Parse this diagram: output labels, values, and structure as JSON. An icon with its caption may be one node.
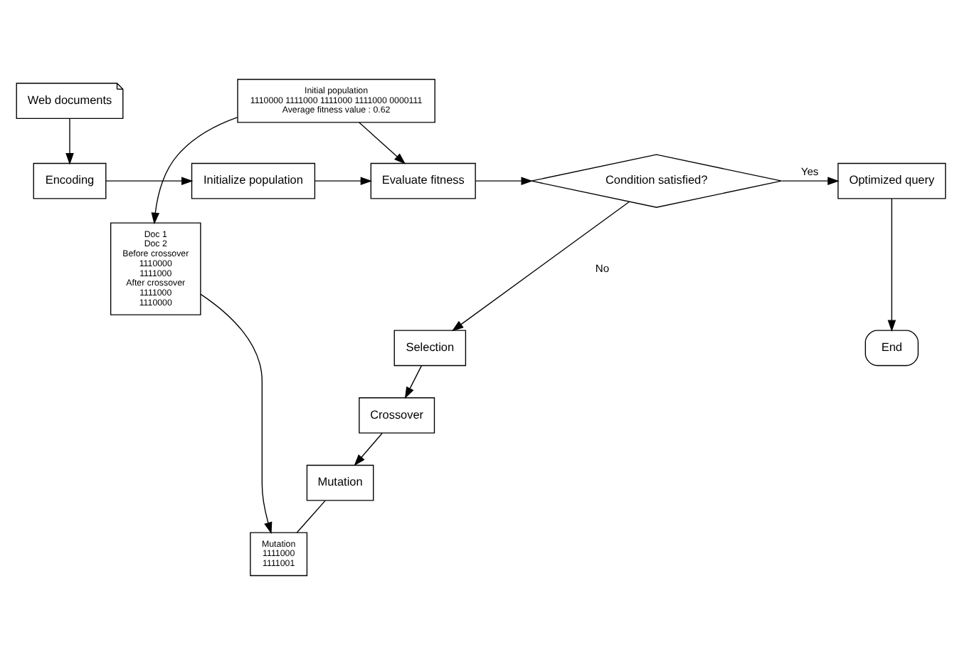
{
  "diagram": {
    "nodes": [
      {
        "text": [
          "Optimized query"
        ]
      },
      {
        "text": [
          "Condition satisfied?"
        ]
      },
      {
        "text": [
          "Evaluate fitness"
        ]
      },
      {
        "text": [
          "Initialize population"
        ]
      },
      {
        "text": [
          "Encoding"
        ]
      },
      {
        "text": [
          "End"
        ]
      },
      {
        "text": [
          "Selection"
        ]
      },
      {
        "text": [
          "Web documents"
        ]
      },
      {
        "text": [
          "Crossover"
        ]
      },
      {
        "text": [
          "Mutation"
        ]
      },
      {
        "text": [
          "Initial population",
          "1110000 1111000 1111000 1111000 0000111",
          "Average fitness value : 0.62"
        ]
      },
      {
        "text": [
          "Mutation",
          "1111000",
          "1111001"
        ]
      },
      {
        "text": [
          "Doc 1",
          "Doc 2",
          "Before crossover",
          "1110000",
          "1111000",
          "After crossover",
          "1111000",
          "1110000"
        ]
      }
    ],
    "edges": [
      {
        "from": 4,
        "to": 3,
        "arrow": "to"
      },
      {
        "from": 3,
        "to": 2,
        "arrow": "to"
      },
      {
        "from": 2,
        "to": 1,
        "arrow": "to"
      },
      {
        "from": 1,
        "to": 0,
        "arrow": "to",
        "label": "Yes"
      },
      {
        "from": 1,
        "to": 6,
        "arrow": "to",
        "label": "No"
      },
      {
        "from": 0,
        "to": 5,
        "arrow": "to"
      },
      {
        "from": 6,
        "to": 8,
        "arrow": "to"
      },
      {
        "from": 8,
        "to": 9,
        "arrow": "to"
      },
      {
        "from": 7,
        "to": 4,
        "arrow": "to"
      },
      {
        "from": 10,
        "to": 2,
        "arrow": "to"
      },
      {
        "from": 10,
        "to": 12,
        "arrow": "to"
      },
      {
        "from": 12,
        "to": 11,
        "arrow": "to"
      },
      {
        "from": 9,
        "to": 11,
        "arrow": "none"
      }
    ]
  }
}
